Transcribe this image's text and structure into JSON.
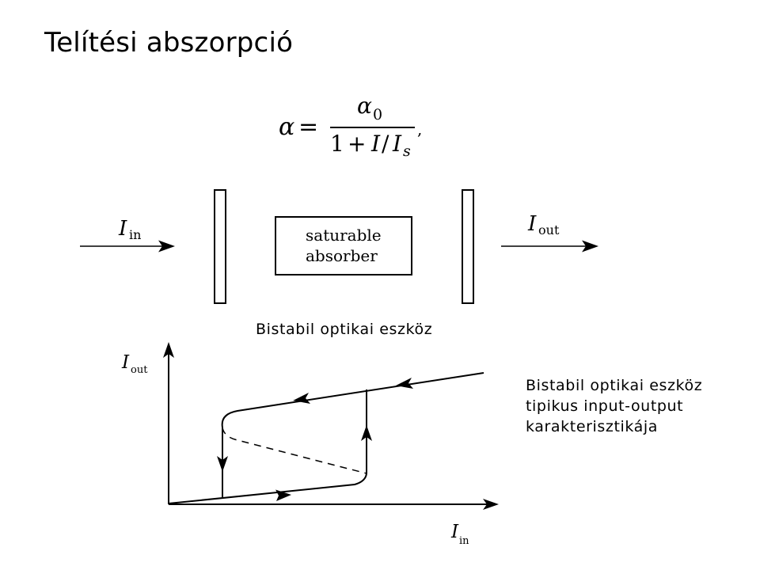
{
  "slide": {
    "title": "Telítési abszorpció",
    "formula": {
      "lhs": "α",
      "equals": "=",
      "numerator": "α",
      "numerator_sub": "0",
      "denominator_one": "1",
      "plus": "+",
      "denominator_I": "I",
      "slash": "/",
      "denominator_Is": "I",
      "denominator_Is_sub": "s",
      "trailing": ","
    },
    "device": {
      "input_label": "I",
      "input_sub": "in",
      "output_label": "I",
      "output_sub": "out",
      "absorber_line1": "saturable",
      "absorber_line2": "absorber"
    },
    "device_caption": "Bistabil optikai eszköz",
    "graph": {
      "y_axis_label": "I",
      "y_axis_sub": "out",
      "x_axis_label": "I",
      "x_axis_sub": "in"
    },
    "side_caption": [
      "Bistabil optikai eszköz",
      "tipikus input-output",
      "karakterisztikája"
    ]
  }
}
